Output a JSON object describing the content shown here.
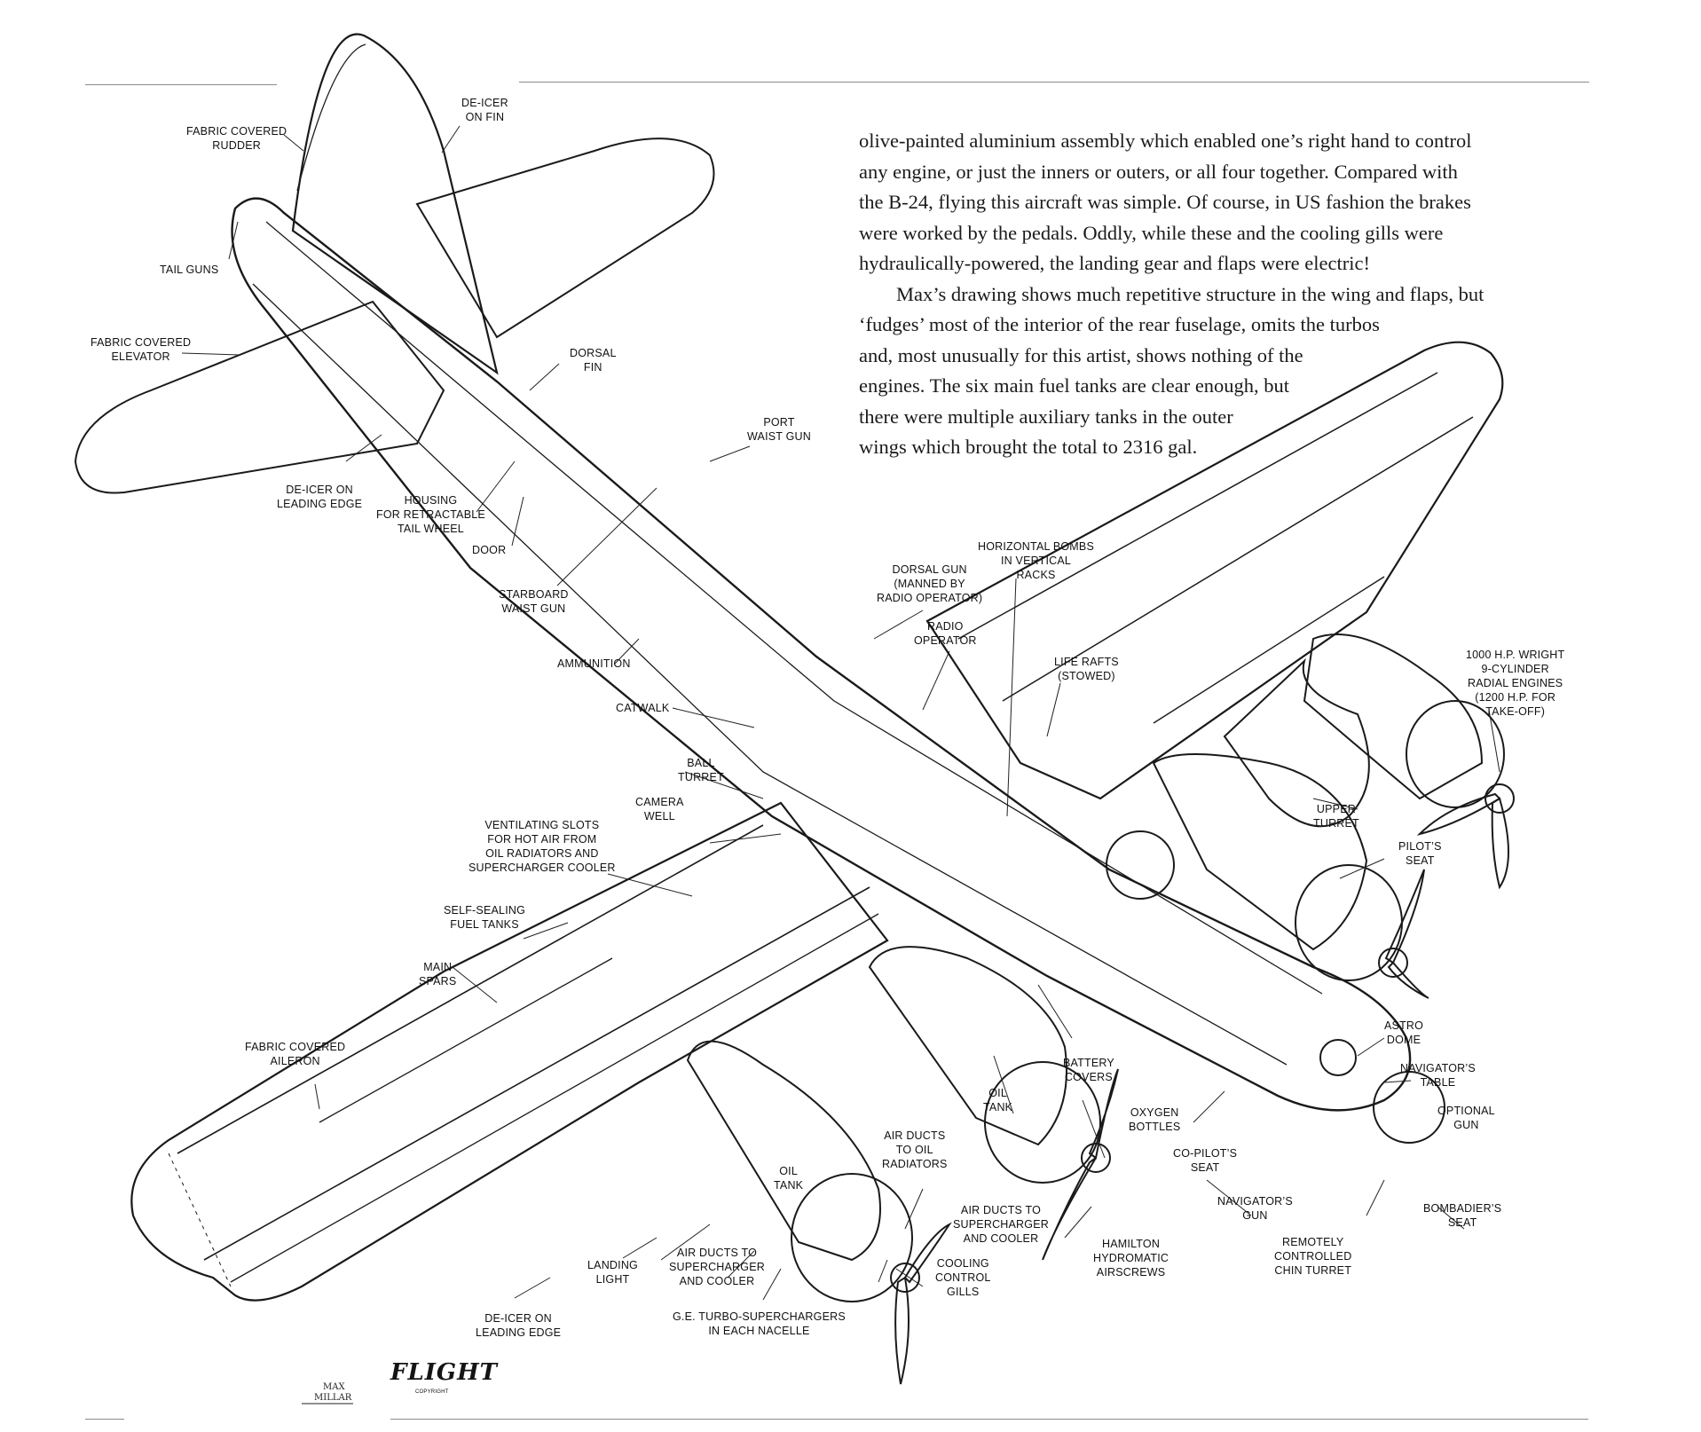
{
  "body_text": {
    "paragraph_1": [
      "olive-painted aluminium assembly which enabled one’s right hand to control",
      "any engine, or just the inners or outers, or all four together. Compared with",
      "the B-24, flying this aircraft was simple. Of course, in US fashion the brakes",
      "were worked by the pedals. Oddly, while these and the cooling gills were",
      "hydraulically-powered, the landing gear and flaps were electric!"
    ],
    "paragraph_2": [
      "Max’s drawing shows much repetitive structure in the wing and flaps, but",
      "‘fudges’ most of the interior of the rear fuselage, omits the turbos",
      "and, most unusually for this artist, shows nothing of the",
      "engines. The six main fuel tanks are clear enough, but",
      "there were multiple auxiliary tanks in the outer",
      "wings which brought the total to 2316 gal."
    ]
  },
  "labels": [
    {
      "id": "fabric-covered-rudder",
      "lines": [
        "FABRIC COVERED",
        "RUDDER"
      ]
    },
    {
      "id": "de-icer-on-fin",
      "lines": [
        "DE-ICER",
        "ON FIN"
      ]
    },
    {
      "id": "tail-guns",
      "lines": [
        "TAIL GUNS"
      ]
    },
    {
      "id": "fabric-covered-elevator",
      "lines": [
        "FABRIC COVERED",
        "ELEVATOR"
      ]
    },
    {
      "id": "dorsal-fin",
      "lines": [
        "DORSAL",
        "FIN"
      ]
    },
    {
      "id": "port-waist-gun",
      "lines": [
        "PORT",
        "WAIST GUN"
      ]
    },
    {
      "id": "de-icer-leading-edge-tail",
      "lines": [
        "DE-ICER ON",
        "LEADING EDGE"
      ]
    },
    {
      "id": "housing-tail-wheel",
      "lines": [
        "HOUSING",
        "FOR RETRACTABLE",
        "TAIL WHEEL"
      ]
    },
    {
      "id": "door",
      "lines": [
        "DOOR"
      ]
    },
    {
      "id": "starboard-waist-gun",
      "lines": [
        "STARBOARD",
        "WAIST GUN"
      ]
    },
    {
      "id": "horizontal-bombs",
      "lines": [
        "HORIZONTAL BOMBS",
        "IN VERTICAL",
        "RACKS"
      ]
    },
    {
      "id": "dorsal-gun",
      "lines": [
        "DORSAL GUN",
        "(MANNED BY",
        "RADIO OPERATOR)"
      ]
    },
    {
      "id": "radio-operator",
      "lines": [
        "RADIO",
        "OPERATOR"
      ]
    },
    {
      "id": "ammunition",
      "lines": [
        "AMMUNITION"
      ]
    },
    {
      "id": "life-rafts",
      "lines": [
        "LIFE RAFTS",
        "(STOWED)"
      ]
    },
    {
      "id": "engines",
      "lines": [
        "1000 H.P. WRIGHT",
        "9-CYLINDER",
        "RADIAL ENGINES",
        "(1200 H.P. FOR",
        "TAKE-OFF)"
      ]
    },
    {
      "id": "catwalk",
      "lines": [
        "CATWALK"
      ]
    },
    {
      "id": "ball-turret",
      "lines": [
        "BALL",
        "TURRET"
      ]
    },
    {
      "id": "camera-well",
      "lines": [
        "CAMERA",
        "WELL"
      ]
    },
    {
      "id": "ventilating-slots",
      "lines": [
        "VENTILATING SLOTS",
        "FOR HOT AIR FROM",
        "OIL RADIATORS AND",
        "SUPERCHARGER COOLER"
      ]
    },
    {
      "id": "upper-turret",
      "lines": [
        "UPPER",
        "TURRET"
      ]
    },
    {
      "id": "pilots-seat",
      "lines": [
        "PILOT’S",
        "SEAT"
      ]
    },
    {
      "id": "self-sealing-fuel-tanks",
      "lines": [
        "SELF-SEALING",
        "FUEL TANKS"
      ]
    },
    {
      "id": "main-spars",
      "lines": [
        "MAIN",
        "SPARS"
      ]
    },
    {
      "id": "astro-dome",
      "lines": [
        "ASTRO",
        "DOME"
      ]
    },
    {
      "id": "fabric-covered-aileron",
      "lines": [
        "FABRIC COVERED",
        "AILERON"
      ]
    },
    {
      "id": "battery-covers",
      "lines": [
        "BATTERY",
        "COVERS"
      ]
    },
    {
      "id": "navigators-table",
      "lines": [
        "NAVIGATOR’S",
        "TABLE"
      ]
    },
    {
      "id": "oil-tank-inner",
      "lines": [
        "OIL",
        "TANK"
      ]
    },
    {
      "id": "oxygen-bottles",
      "lines": [
        "OXYGEN",
        "BOTTLES"
      ]
    },
    {
      "id": "optional-gun",
      "lines": [
        "OPTIONAL",
        "GUN"
      ]
    },
    {
      "id": "air-ducts-oil-radiators",
      "lines": [
        "AIR DUCTS",
        "TO OIL",
        "RADIATORS"
      ]
    },
    {
      "id": "co-pilots-seat",
      "lines": [
        "CO-PILOT’S",
        "SEAT"
      ]
    },
    {
      "id": "oil-tank-outer",
      "lines": [
        "OIL",
        "TANK"
      ]
    },
    {
      "id": "navigators-gun",
      "lines": [
        "NAVIGATOR’S",
        "GUN"
      ]
    },
    {
      "id": "bombadiers-seat",
      "lines": [
        "BOMBADIER’S",
        "SEAT"
      ]
    },
    {
      "id": "air-ducts-supercharger-inner",
      "lines": [
        "AIR DUCTS TO",
        "SUPERCHARGER",
        "AND COOLER"
      ]
    },
    {
      "id": "hamilton-airscrews",
      "lines": [
        "HAMILTON",
        "HYDROMATIC",
        "AIRSCREWS"
      ]
    },
    {
      "id": "chin-turret",
      "lines": [
        "REMOTELY",
        "CONTROLLED",
        "CHIN TURRET"
      ]
    },
    {
      "id": "landing-light",
      "lines": [
        "LANDING",
        "LIGHT"
      ]
    },
    {
      "id": "air-ducts-supercharger-outer",
      "lines": [
        "AIR DUCTS TO",
        "SUPERCHARGER",
        "AND COOLER"
      ]
    },
    {
      "id": "cooling-control-gills",
      "lines": [
        "COOLING",
        "CONTROL",
        "GILLS"
      ]
    },
    {
      "id": "de-icer-leading-edge-wing",
      "lines": [
        "DE-ICER ON",
        "LEADING EDGE"
      ]
    },
    {
      "id": "turbo-superchargers",
      "lines": [
        "G.E. TURBO-SUPERCHARGERS",
        "IN EACH NACELLE"
      ]
    }
  ],
  "signature": [
    "MAX",
    "MILLAR"
  ],
  "logo": {
    "name": "FLIGHT",
    "sub": "COPYRIGHT"
  }
}
